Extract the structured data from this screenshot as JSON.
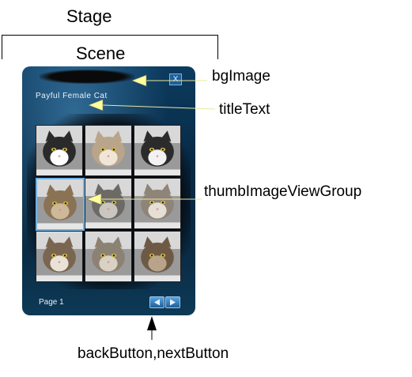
{
  "labels": {
    "stage": "Stage",
    "scene": "Scene"
  },
  "scene": {
    "title_text": "Payful Female Cat",
    "close_glyph": "X",
    "page_text": "Page 1",
    "thumbnails": [
      {
        "fur": "#2a2a2a",
        "face": "#ffffff"
      },
      {
        "fur": "#b9a58a",
        "face": "#efe6d8"
      },
      {
        "fur": "#2b2b2b",
        "face": "#f2f2f2"
      },
      {
        "fur": "#8a7254",
        "face": "#cdb89a"
      },
      {
        "fur": "#6d6a66",
        "face": "#c9c6c1"
      },
      {
        "fur": "#8f8478",
        "face": "#e6dfd6"
      },
      {
        "fur": "#7a6650",
        "face": "#e9e2d7"
      },
      {
        "fur": "#8c8273",
        "face": "#d9d2c4"
      },
      {
        "fur": "#6e5a44",
        "face": "#b8a48a"
      }
    ],
    "selected_index": 3,
    "accent": "#1f5f9c"
  },
  "annotations": {
    "bg_image": "bgImage",
    "title_text": "titleText",
    "thumb_group": "thumbImageViewGroup",
    "buttons": "backButton,nextButton"
  },
  "colors": {
    "arrow_fill": "#ffff99",
    "arrow_line": "#e8e8a0"
  }
}
